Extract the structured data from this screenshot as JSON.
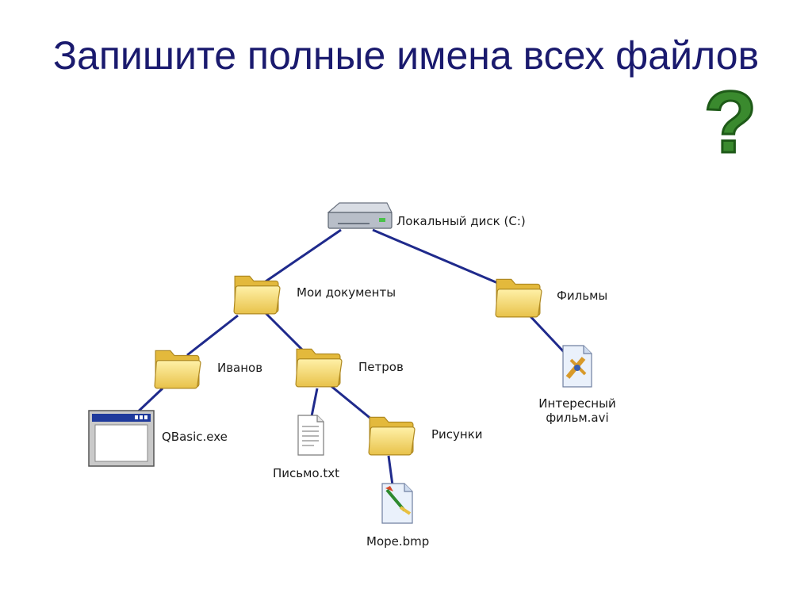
{
  "title": "Запишите полные имена всех файлов",
  "question_mark": "?",
  "colors": {
    "title": "#1a1a6e",
    "lines": "#1f2a8c",
    "question_mark": "#3a8a2e",
    "folder": "#f2d46b"
  },
  "nodes": {
    "disk": {
      "label": "Локальный диск (C:)",
      "icon": "hard-drive-icon"
    },
    "my_docs": {
      "label": "Мои документы",
      "icon": "folder-icon"
    },
    "films": {
      "label": "Фильмы",
      "icon": "folder-icon"
    },
    "ivanov": {
      "label": "Иванов",
      "icon": "folder-icon"
    },
    "petrov": {
      "label": "Петров",
      "icon": "folder-icon"
    },
    "qbasic": {
      "label": "QBasic.exe",
      "icon": "application-window-icon"
    },
    "letter": {
      "label": "Письмо.txt",
      "icon": "text-file-icon"
    },
    "pictures": {
      "label": "Рисунки",
      "icon": "folder-icon"
    },
    "sea": {
      "label": "Море.bmp",
      "icon": "bitmap-file-icon"
    },
    "movie": {
      "label_line1": "Интересный",
      "label_line2": "фильм.avi",
      "icon": "video-file-icon"
    }
  }
}
